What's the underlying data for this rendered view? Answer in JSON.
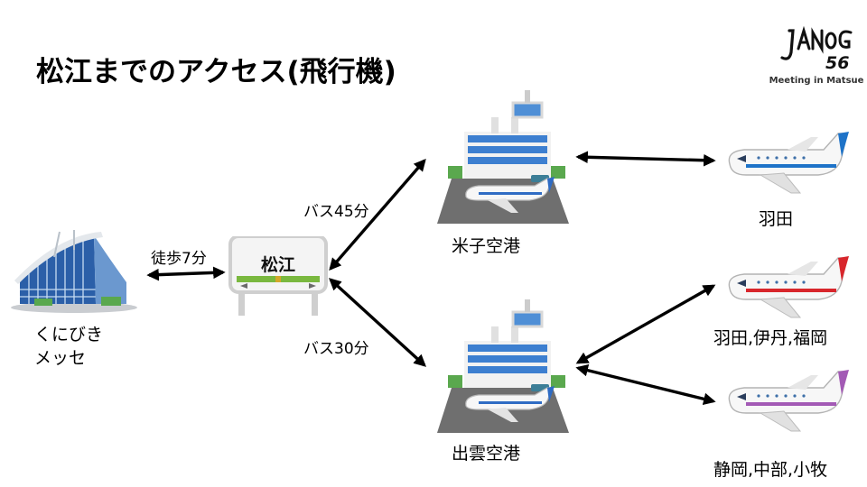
{
  "slide": {
    "title": "松江までのアクセス(飛行機)",
    "logo": {
      "text": "JANOG56",
      "subtitle": "Meeting in Matsue"
    }
  },
  "nodes": {
    "convention": {
      "line1": "くにびき",
      "line2": "メッセ"
    },
    "station": {
      "sign": "松江"
    },
    "yonago": {
      "name": "米子空港"
    },
    "izumo": {
      "name": "出雲空港"
    },
    "dest_yonago": {
      "label": "羽田",
      "color": "#1e73c8"
    },
    "dest_izumo_1": {
      "label": "羽田,伊丹,福岡",
      "color": "#d8262c"
    },
    "dest_izumo_2": {
      "label": "静岡,中部,小牧",
      "color": "#a35ab5"
    }
  },
  "edges": {
    "walk": "徒歩7分",
    "bus_yonago": "バス45分",
    "bus_izumo": "バス30分"
  }
}
